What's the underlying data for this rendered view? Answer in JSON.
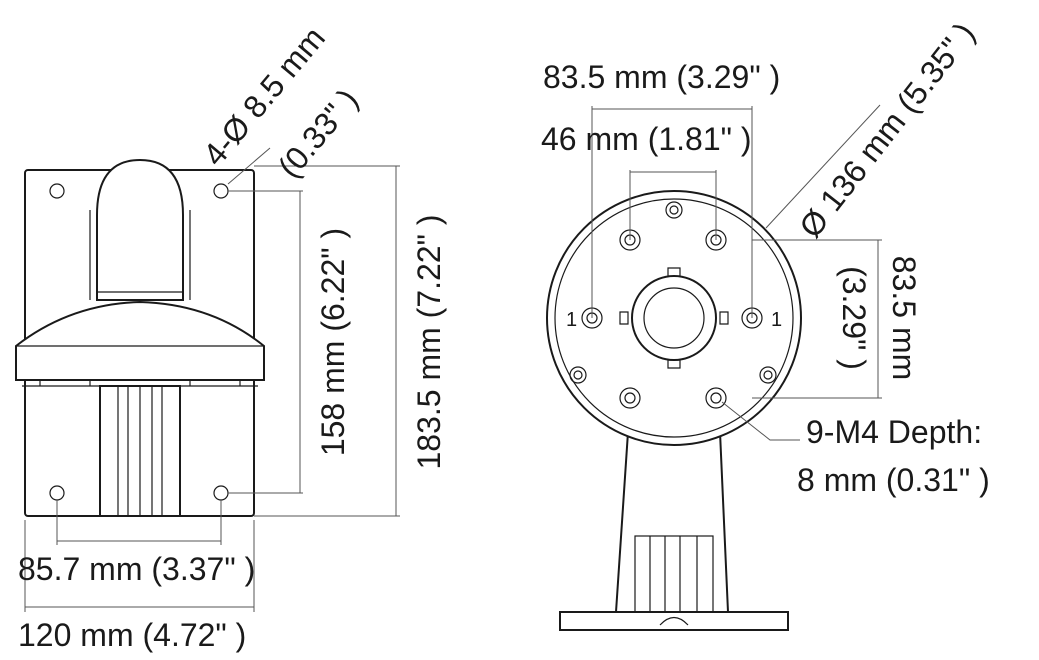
{
  "side_view": {
    "hole_spec_top": "4-Ø 8.5 mm",
    "hole_spec_bottom": "(0.33\" )",
    "height_inner_dim": "158 mm (6.22\" )",
    "height_outer_dim": "183.5 mm (7.22\" )",
    "width_inner_dim": "85.7 mm (3.37\" )",
    "width_outer_dim": "120 mm (4.72\" )"
  },
  "top_view": {
    "outer_spacing_dim": "83.5 mm (3.29\" )",
    "inner_spacing_dim": "46 mm (1.81\" )",
    "diameter_dim": "Ø 136 mm (5.35\" )",
    "vertical_spacing_top": "83.5 mm",
    "vertical_spacing_bottom": "(3.29\" )",
    "thread_spec_line1": "9-M4 Depth:",
    "thread_spec_line2": "8 mm (0.31\" )",
    "hole_mark_left": "1",
    "hole_mark_right": "1"
  }
}
